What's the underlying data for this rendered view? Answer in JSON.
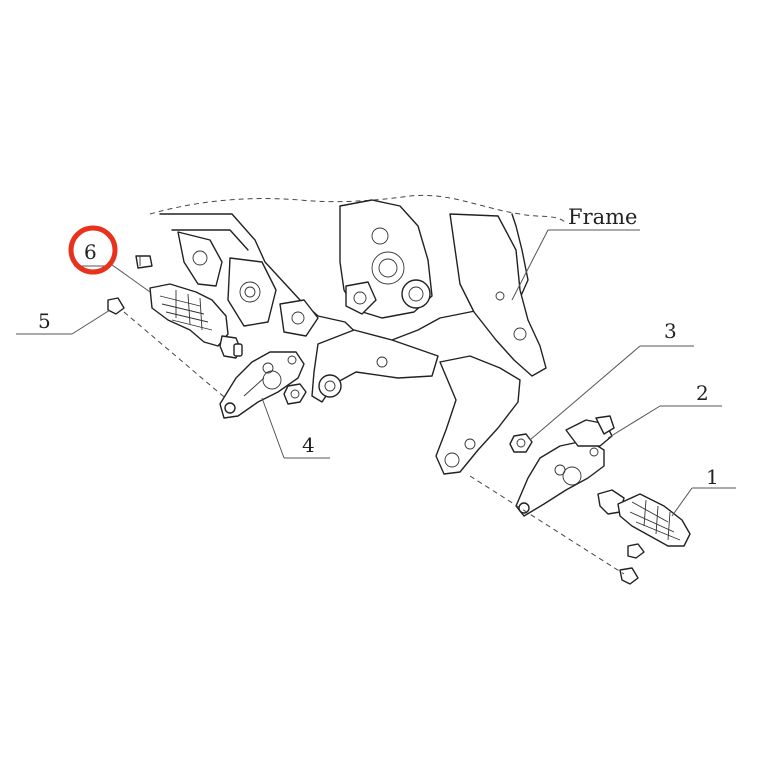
{
  "labels": {
    "frame": "Frame",
    "p1": "1",
    "p2": "2",
    "p3": "3",
    "p4": "4",
    "p5": "5",
    "p6": "6"
  },
  "colors": {
    "highlight": "#e8321e",
    "line": "#222222",
    "background": "#ffffff"
  },
  "highlighted_part": "6"
}
